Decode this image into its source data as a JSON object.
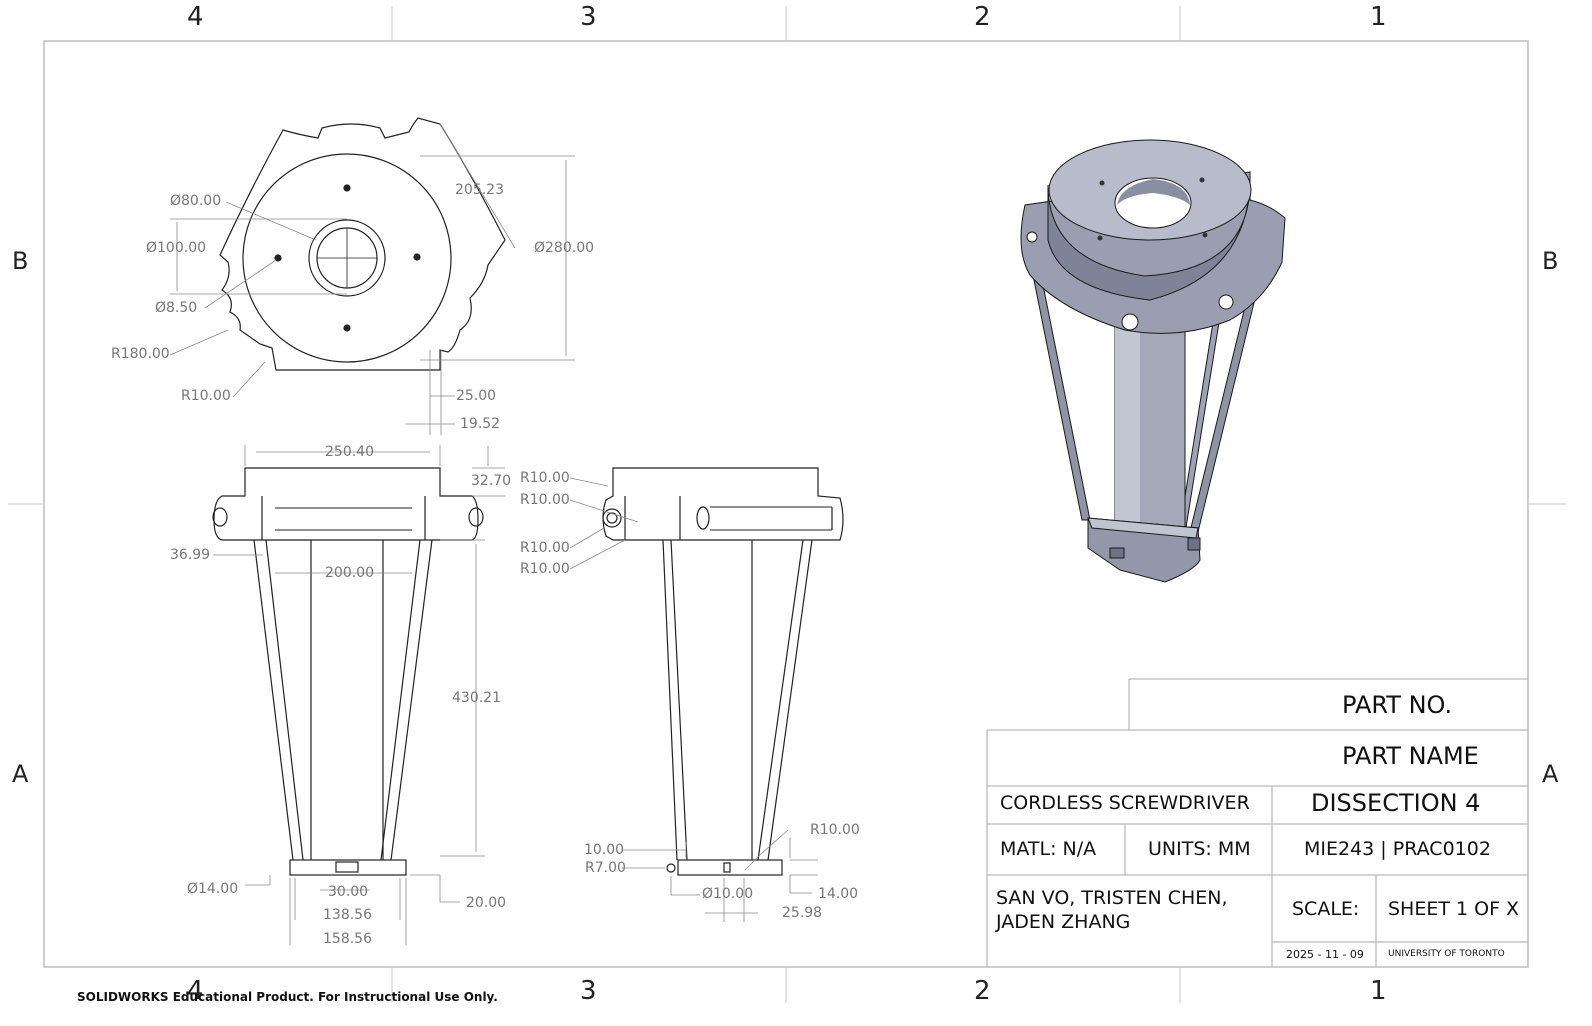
{
  "zones": {
    "columns": [
      "4",
      "3",
      "2",
      "1"
    ],
    "rows": [
      "B",
      "A"
    ]
  },
  "dimensions": {
    "top_view": {
      "phi_80": "Ø80.00",
      "phi_100": "Ø100.00",
      "phi_8_5": "Ø8.50",
      "r180": "R180.00",
      "r10": "R10.00",
      "d205": "205.23",
      "phi_280": "Ø280.00",
      "d25": "25.00",
      "d19": "19.52"
    },
    "front_view": {
      "d250": "250.40",
      "d32": "32.70",
      "d36": "36.99",
      "d200": "200.00",
      "d430": "430.21",
      "phi_14": "Ø14.00",
      "d30": "30.00",
      "d138": "138.56",
      "d158": "158.56",
      "d20": "20.00"
    },
    "side_view": {
      "r10_a": "R10.00",
      "r10_b": "R10.00",
      "r10_c": "R10.00",
      "r10_d": "R10.00",
      "r10_e": "R10.00",
      "d10": "10.00",
      "r7": "R7.00",
      "phi_10": "Ø10.00",
      "d14": "14.00",
      "d25_98": "25.98"
    }
  },
  "title_block": {
    "part_no": "PART NO.",
    "part_name": "PART NAME",
    "project": "CORDLESS SCREWDRIVER",
    "dissection": "DISSECTION 4",
    "material": "MATL: N/A",
    "units": "UNITS: MM",
    "course": "MIE243 | PRAC0102",
    "authors_line1": "SAN VO, TRISTEN CHEN,",
    "authors_line2": "JADEN ZHANG",
    "scale": "SCALE:",
    "sheet": "SHEET 1 OF X",
    "date": "2025 - 11 - 09",
    "institution": "UNIVERSITY OF TORONTO"
  },
  "watermark": "SOLIDWORKS Educational Product. For Instructional Use Only.",
  "colors": {
    "line": "#222222",
    "dimension": "#8a8a8a",
    "frame": "#c8c8c8",
    "shade_light": "#b4b7c6",
    "shade_mid": "#8f93a6",
    "shade_dark": "#5f6376"
  }
}
